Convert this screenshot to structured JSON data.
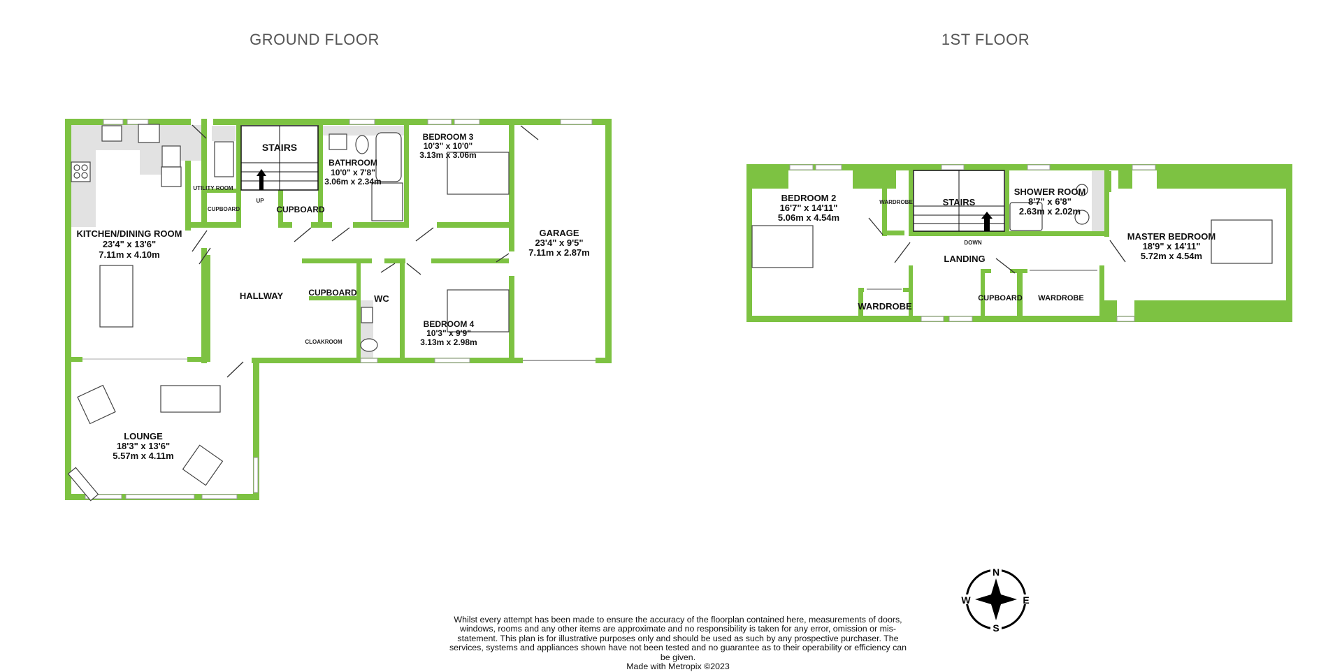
{
  "titles": {
    "ground_floor": "GROUND FLOOR",
    "first_floor": "1ST FLOOR"
  },
  "colors": {
    "wall": "#7dc242",
    "title_text": "#555555",
    "label_text": "#111111",
    "fixture_fill": "#e2e2e2"
  },
  "ground_floor": {
    "rooms": [
      {
        "name": "KITCHEN/DINING ROOM",
        "imperial": "23'4\"  x 13'6\"",
        "metric": "7.11m  x 4.10m"
      },
      {
        "name": "UTILITY ROOM"
      },
      {
        "name": "CUPBOARD",
        "note": "small, under utility"
      },
      {
        "name": "STAIRS",
        "direction": "UP"
      },
      {
        "name": "CUPBOARD"
      },
      {
        "name": "BATHROOM",
        "imperial": "10'0\"  x 7'8\"",
        "metric": "3.06m  x 2.34m"
      },
      {
        "name": "BEDROOM 3",
        "imperial": "10'3\"  x 10'0\"",
        "metric": "3.13m  x 3.06m"
      },
      {
        "name": "GARAGE",
        "imperial": "23'4\"  x 9'5\"",
        "metric": "7.11m  x 2.87m"
      },
      {
        "name": "HALLWAY"
      },
      {
        "name": "CUPBOARD"
      },
      {
        "name": "CLOAKROOM"
      },
      {
        "name": "WC"
      },
      {
        "name": "BEDROOM 4",
        "imperial": "10'3\"  x 9'9\"",
        "metric": "3.13m  x 2.98m"
      },
      {
        "name": "LOUNGE",
        "imperial": "18'3\"  x 13'6\"",
        "metric": "5.57m  x 4.11m"
      }
    ],
    "stairs_direction": "UP"
  },
  "first_floor": {
    "rooms": [
      {
        "name": "BEDROOM 2",
        "imperial": "16'7\"  x 14'11\"",
        "metric": "5.06m  x 4.54m"
      },
      {
        "name": "WARDROBE",
        "note": "small, right of bedroom 2"
      },
      {
        "name": "STAIRS",
        "direction": "DOWN"
      },
      {
        "name": "SHOWER ROOM",
        "imperial": "8'7\"  x 6'8\"",
        "metric": "2.63m  x 2.02m"
      },
      {
        "name": "MASTER BEDROOM",
        "imperial": "18'9\"  x 14'11\"",
        "metric": "5.72m  x 4.54m"
      },
      {
        "name": "LANDING"
      },
      {
        "name": "WARDROBE"
      },
      {
        "name": "CUPBOARD"
      },
      {
        "name": "WARDROBE"
      }
    ],
    "stairs_direction": "DOWN"
  },
  "compass": {
    "north": "N",
    "east": "E",
    "south": "S",
    "west": "W"
  },
  "disclaimer": {
    "text": "Whilst every attempt has been made to ensure the accuracy of the floorplan contained here, measurements of doors, windows, rooms and any other items are approximate and no responsibility is taken for any error, omission or mis-statement. This plan is for illustrative purposes only and should be used as such by any prospective purchaser. The services, systems and appliances shown have not been tested and no guarantee as to their operability or efficiency can be given.",
    "credit": "Made with Metropix ©2023"
  }
}
